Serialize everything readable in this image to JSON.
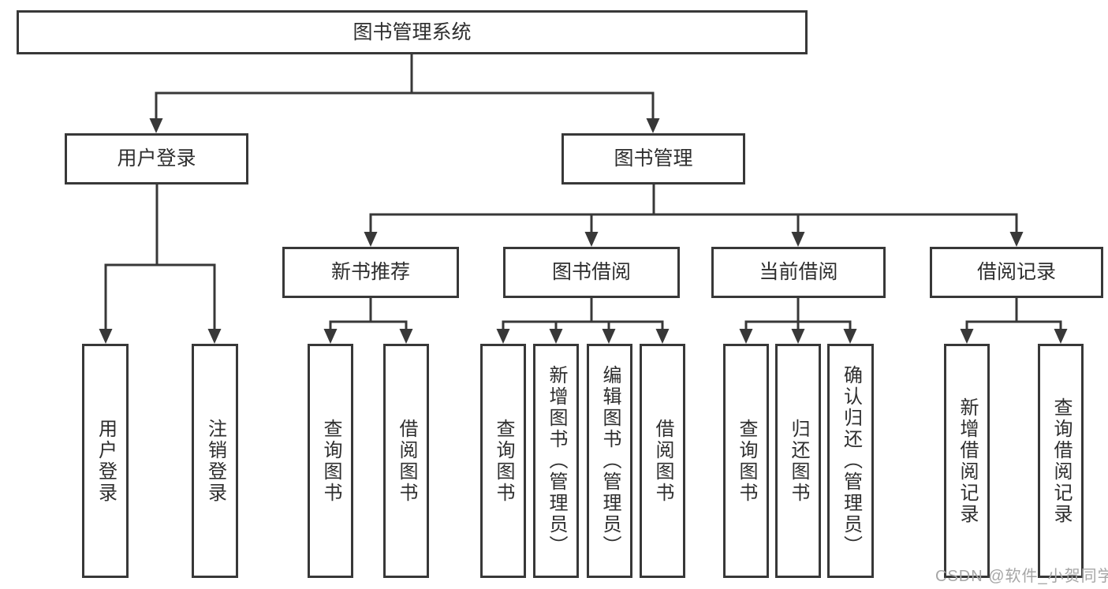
{
  "diagram": {
    "root": {
      "label": "图书管理系统"
    },
    "branches": [
      {
        "label": "用户登录",
        "children": [
          {
            "label": "用户登录"
          },
          {
            "label": "注销登录"
          }
        ]
      },
      {
        "label": "图书管理",
        "children": [
          {
            "label": "新书推荐",
            "children": [
              {
                "label": "查询图书"
              },
              {
                "label": "借阅图书"
              }
            ]
          },
          {
            "label": "图书借阅",
            "children": [
              {
                "label": "查询图书"
              },
              {
                "label": "新增图书（管理员）"
              },
              {
                "label": "编辑图书（管理员）"
              },
              {
                "label": "借阅图书"
              }
            ]
          },
          {
            "label": "当前借阅",
            "children": [
              {
                "label": "查询图书"
              },
              {
                "label": "归还图书"
              },
              {
                "label": "确认归还（管理员）"
              }
            ]
          },
          {
            "label": "借阅记录",
            "children": [
              {
                "label": "新增借阅记录"
              },
              {
                "label": "查询借阅记录"
              }
            ]
          }
        ]
      }
    ]
  },
  "watermark": {
    "text": "CSDN @软件_小贺同学"
  },
  "colors": {
    "line": "#383838",
    "box_border": "#383838",
    "box_text": "#2e2e2e",
    "background": "#ffffff",
    "watermark": "#a6a6a6"
  }
}
